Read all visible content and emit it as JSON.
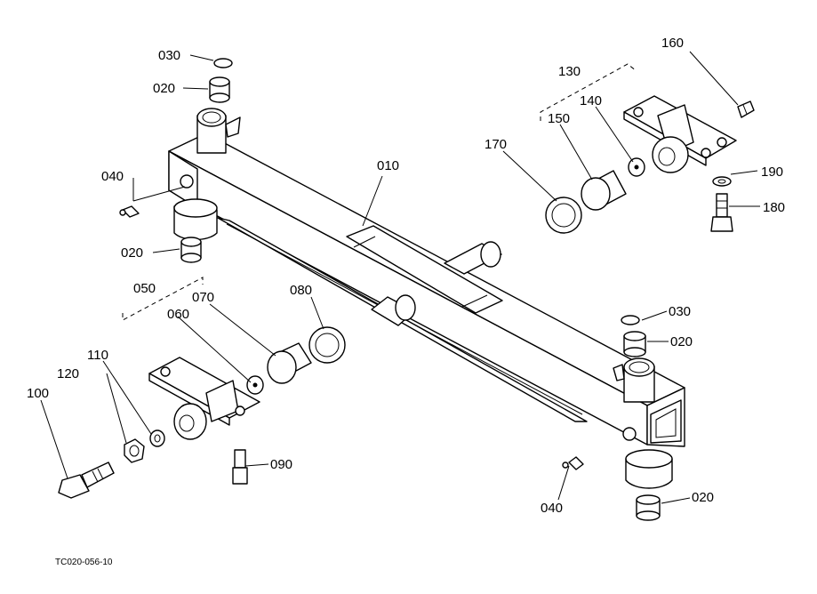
{
  "labels": {
    "p010": "010",
    "p020_top": "020",
    "p020_left": "020",
    "p020_right": "020",
    "p020_bottom": "020",
    "p030_top": "030",
    "p030_right": "030",
    "p040_left": "040",
    "p040_right": "040",
    "p050": "050",
    "p060": "060",
    "p070": "070",
    "p080": "080",
    "p090": "090",
    "p100": "100",
    "p110": "110",
    "p120": "120",
    "p130": "130",
    "p140": "140",
    "p150": "150",
    "p160": "160",
    "p170": "170",
    "p180": "180",
    "p190": "190"
  },
  "drawing_code": "TC020-056-10",
  "line_color": "#000000",
  "background_color": "#ffffff"
}
